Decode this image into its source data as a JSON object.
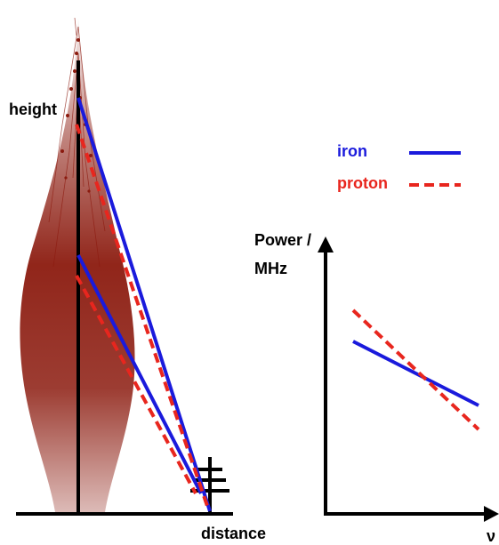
{
  "labels": {
    "height": "height",
    "distance": "distance",
    "power_line1": "Power /",
    "power_line2": "MHz",
    "nu": "ν"
  },
  "legend": {
    "iron": "iron",
    "proton": "proton"
  },
  "colors": {
    "iron": "#1a1adc",
    "proton": "#e8261e",
    "shower": "#8b1a0e",
    "axis": "#000000"
  },
  "icons": {
    "antenna": "antenna-icon",
    "shower": "air-shower-shape"
  }
}
